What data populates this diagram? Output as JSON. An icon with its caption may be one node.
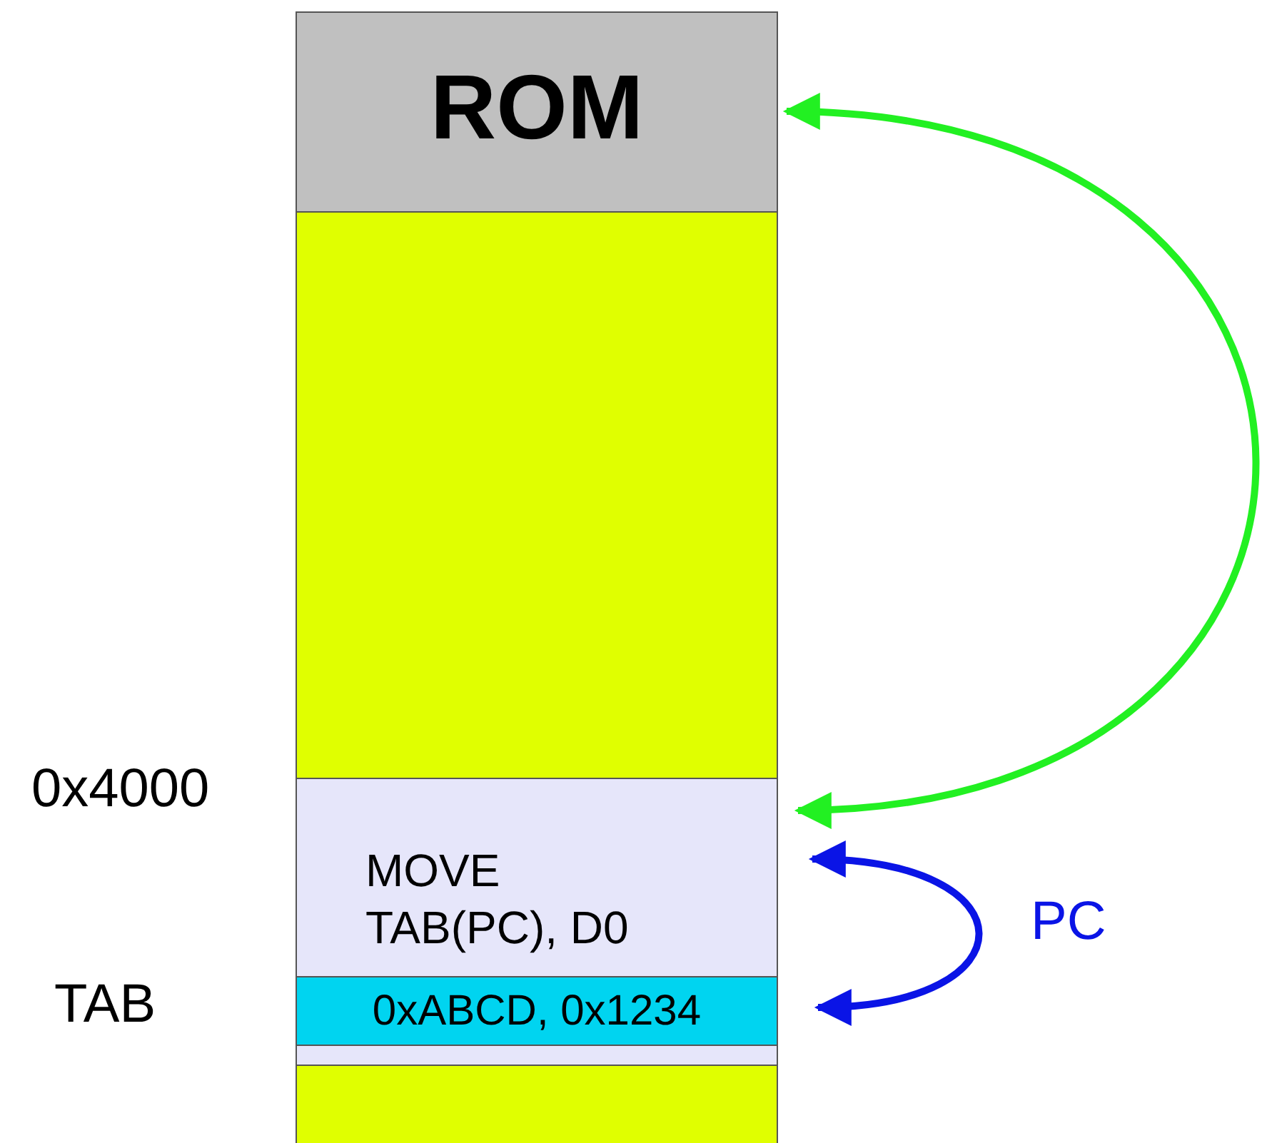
{
  "diagram": {
    "nodes": [
      {
        "text": [
          "ROM"
        ]
      },
      {
        "text": [],
        "shape": "box"
      },
      {
        "text": [
          "MOVE TAB(PC), D0"
        ]
      },
      {
        "text": [
          "0xABCD, 0x1234"
        ]
      },
      {
        "text": [],
        "shape": "box"
      },
      {
        "text": [],
        "shape": "box"
      }
    ],
    "edges": [
      {
        "from": 0,
        "to": 2,
        "arrow": "both",
        "color": "#22f022"
      },
      {
        "from": 2,
        "to": 3,
        "arrow": "both",
        "label": "PC",
        "color": "#0a14e6"
      }
    ],
    "labels": [
      "0x4000",
      "TAB"
    ]
  }
}
